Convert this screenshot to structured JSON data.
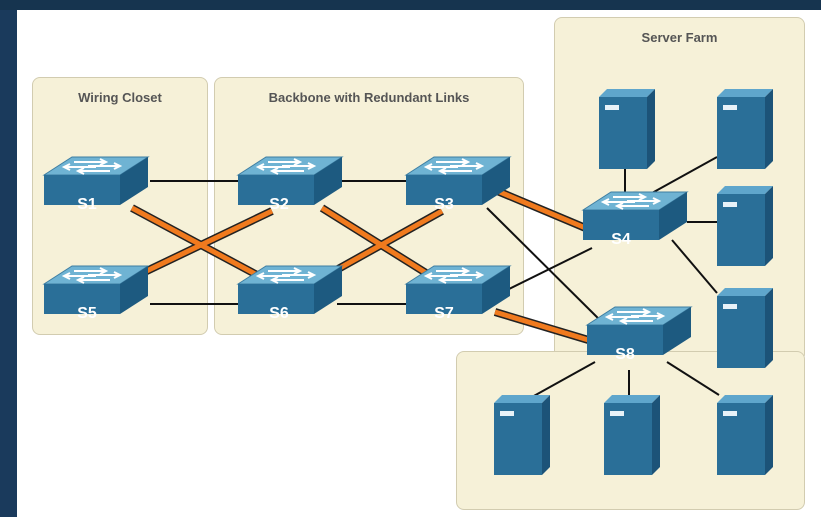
{
  "colors": {
    "background": "#1b3d63",
    "panel_fill": "#f6f1d8",
    "switch_top": "#6fb3d3",
    "switch_front": "#2a6f98",
    "switch_side": "#1d5a80",
    "server_front": "#2a6f98",
    "server_side": "#1c5378",
    "redundant_link": "#f07a1e",
    "link": "#111111"
  },
  "panels": {
    "wiring_closet": "Wiring Closet",
    "backbone": "Backbone with Redundant Links",
    "server_farm": "Server Farm"
  },
  "switches": [
    "S1",
    "S2",
    "S3",
    "S5",
    "S6",
    "S7",
    "S4",
    "S8"
  ],
  "icons": {
    "switch": "network-switch-icon",
    "server": "server-tower-icon"
  }
}
